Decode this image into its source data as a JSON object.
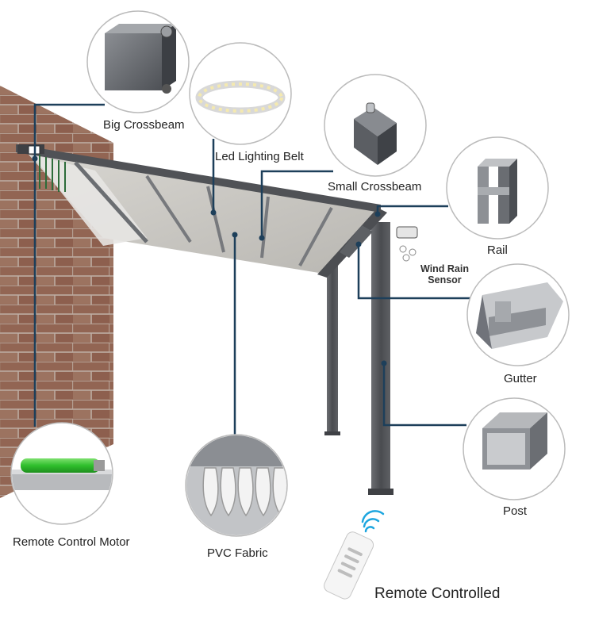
{
  "labels": {
    "big_crossbeam": "Big Crossbeam",
    "led_lighting_belt": "Led Lighting Belt",
    "small_crossbeam": "Small Crossbeam",
    "rail": "Rail",
    "wind_rain_sensor_line1": "Wind Rain",
    "wind_rain_sensor_line2": "Sensor",
    "gutter": "Gutter",
    "post": "Post",
    "remote_control_motor": "Remote Control Motor",
    "pvc_fabric": "PVC Fabric",
    "remote_controlled": "Remote Controlled"
  },
  "colors": {
    "leader_line": "#1d3f5a",
    "brick": "#9c6e5a",
    "frame": "#5a5c60",
    "fabric": "#cfcdc8",
    "motor_green": "#3ecb3a"
  },
  "icons": [
    "wifi-signal-icon"
  ]
}
